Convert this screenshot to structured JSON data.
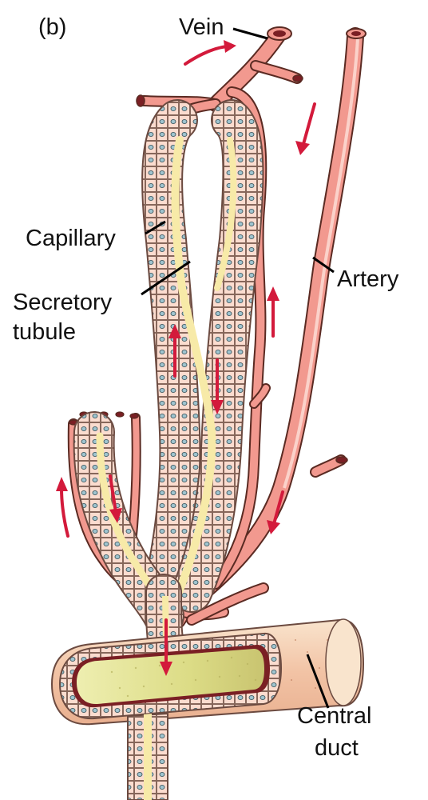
{
  "panel_label": "(b)",
  "labels": {
    "vein": "Vein",
    "capillary": "Capillary",
    "secretory_line1": "Secretory",
    "secretory_line2": "tubule",
    "artery": "Artery",
    "central_line1": "Central",
    "central_line2": "duct"
  },
  "colors": {
    "vessel": "#f2998f",
    "vessel_edge": "#5a2a22",
    "vessel_lumen": "#7a1f24",
    "epithelium": "#fbdccf",
    "cell_outline": "#6b4a40",
    "nucleus": "#9fc4cf",
    "tubule_lumen": "#f7eaa8",
    "duct_lumen": "#e6e79a",
    "duct_secretion": "#d9d77a",
    "duct_wall": "#f4c9ad",
    "flow_arrow": "#d31a3b"
  }
}
